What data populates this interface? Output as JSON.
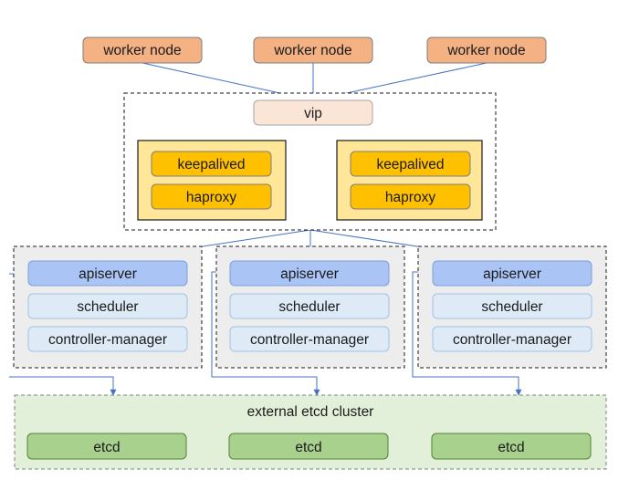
{
  "colors": {
    "worker_node_fill": "#f4b183",
    "vip_fill": "#fbe5d6",
    "lb_group_fill": "#ffe699",
    "lb_item_fill": "#ffc000",
    "master_group_fill": "#ededed",
    "apiserver_fill": "#a9c4f5",
    "component_fill": "#deebf7",
    "etcd_cluster_fill": "#e2f0d9",
    "etcd_fill": "#a9d18e",
    "arrow": "#4472c4"
  },
  "worker_nodes": [
    {
      "label": "worker node"
    },
    {
      "label": "worker node"
    },
    {
      "label": "worker node"
    }
  ],
  "vip": {
    "label": "vip"
  },
  "load_balancers": [
    {
      "keepalived": "keepalived",
      "haproxy": "haproxy"
    },
    {
      "keepalived": "keepalived",
      "haproxy": "haproxy"
    }
  ],
  "masters": [
    {
      "apiserver": "apiserver",
      "scheduler": "scheduler",
      "controller_manager": "controller-manager"
    },
    {
      "apiserver": "apiserver",
      "scheduler": "scheduler",
      "controller_manager": "controller-manager"
    },
    {
      "apiserver": "apiserver",
      "scheduler": "scheduler",
      "controller_manager": "controller-manager"
    }
  ],
  "etcd_cluster": {
    "label": "external etcd cluster",
    "members": [
      {
        "label": "etcd"
      },
      {
        "label": "etcd"
      },
      {
        "label": "etcd"
      }
    ]
  }
}
